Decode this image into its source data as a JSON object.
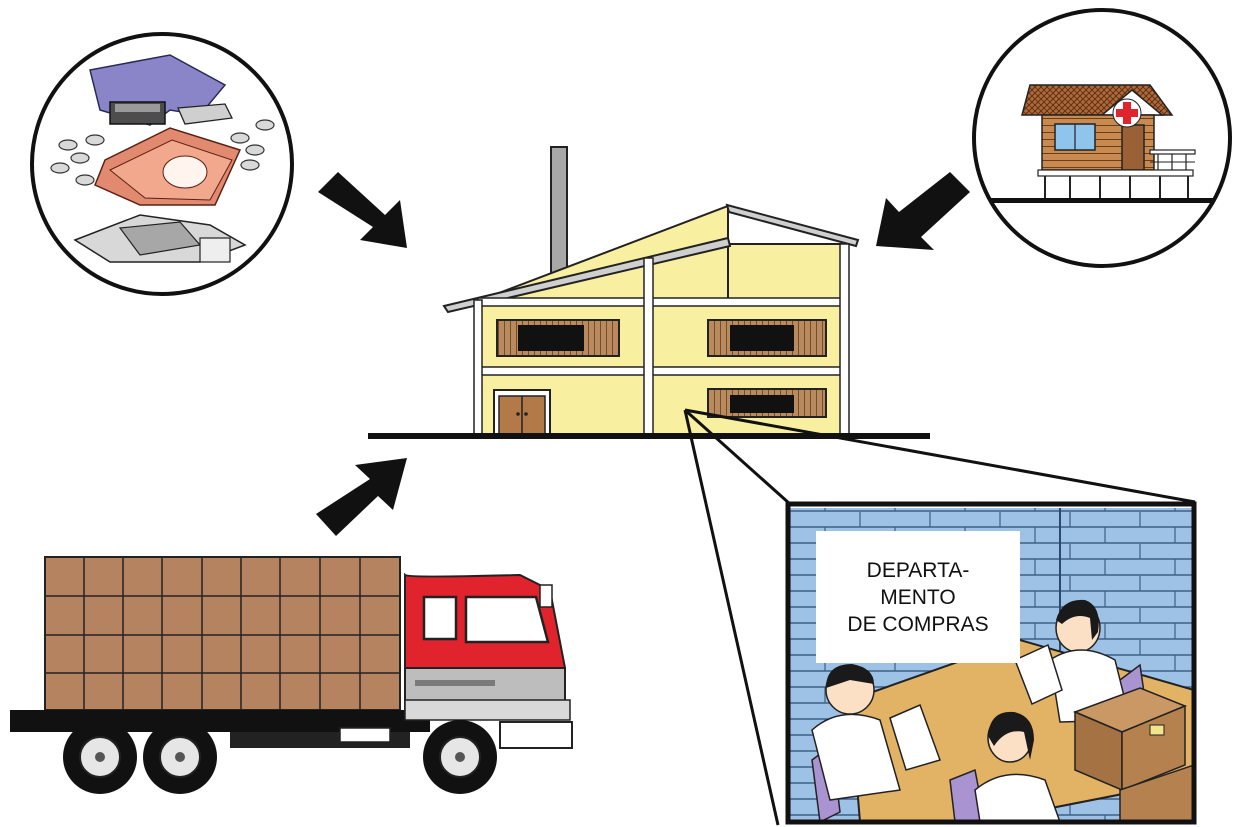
{
  "department_label": {
    "line1": "DEPARTA-",
    "line2": "MENTO",
    "line3": "DE COMPRAS"
  },
  "elements": {
    "factory": "factory-building",
    "materials_circle": "raw-materials-icon",
    "clinic_circle": "clinic-icon",
    "truck": "delivery-truck",
    "office_scene": "purchasing-office-scene"
  },
  "colors": {
    "factory_wall": "#f8f0a0",
    "roof_trim": "#9a9a9a",
    "truck_cab": "#e0232c",
    "cargo_boxes": "#b58360",
    "office_wall": "#9ec1e6",
    "arrow": "#111111"
  }
}
